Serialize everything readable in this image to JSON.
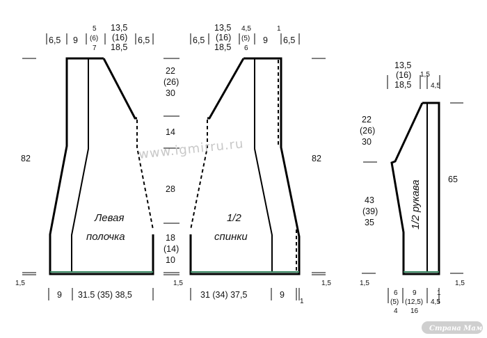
{
  "watermark": "www.igmirru.ru",
  "logo": "Страна Мам",
  "left_front": {
    "title_line1": "Левая",
    "title_line2": "полочка",
    "top": {
      "a": "6,5",
      "b": "9",
      "c1": "5",
      "c2": "(6)",
      "c3": "7",
      "d1": "13,5",
      "d2": "(16)",
      "d3": "18,5",
      "e": "6,5"
    },
    "bottom": {
      "a": "9",
      "b": "31.5 (35) 38,5"
    },
    "height": "82",
    "hem": "1,5"
  },
  "center_heights": {
    "armhole1": "22",
    "armhole2": "(26)",
    "armhole3": "30",
    "h14": "14",
    "h28": "28",
    "low1": "18",
    "low2": "(14)",
    "low3": "10",
    "hem": "1,5"
  },
  "back": {
    "title_line1": "1/2",
    "title_line2": "спинки",
    "top": {
      "a": "6,5",
      "b1": "13,5",
      "b2": "(16)",
      "b3": "18,5",
      "c1": "4,5",
      "c2": "(5)",
      "c3": "6",
      "d": "9",
      "e1": "1",
      "e2": "6,5"
    },
    "bottom": {
      "a": "31 (34) 37,5",
      "b": "9",
      "c": "1"
    },
    "height": "82",
    "hem": "1,5"
  },
  "sleeve": {
    "title": "1/2 рукава",
    "top": {
      "a1": "13,5",
      "a2": "(16)",
      "a3": "18,5",
      "b": "1,5",
      "c": "4,5"
    },
    "cap1": "22",
    "cap2": "(26)",
    "cap3": "30",
    "lower1": "43",
    "lower2": "(39)",
    "lower3": "35",
    "height": "65",
    "hem_left": "1,5",
    "hem_right": "1,5",
    "bottom": {
      "a1": "6",
      "a2": "(5)",
      "a3": "4",
      "b1": "9",
      "b2": "(12,5)",
      "b3": "16",
      "c1": "1",
      "c2": "4,5"
    }
  }
}
